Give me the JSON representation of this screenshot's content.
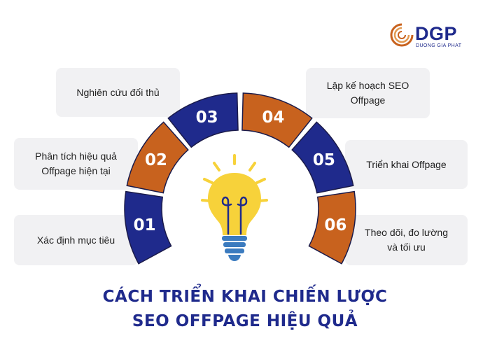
{
  "logo": {
    "brand": "DGP",
    "tagline": "DUONG GIA PHAT",
    "colors": {
      "navy": "#1f2a8c",
      "orange": "#c8621e"
    }
  },
  "steps": [
    {
      "number": "01",
      "label": "Xác định mục tiêu"
    },
    {
      "number": "02",
      "label": "Phân tích hiệu quả\nOffpage hiện tại"
    },
    {
      "number": "03",
      "label": "Nghiên cứu đối thủ"
    },
    {
      "number": "04",
      "label": "Lập kế hoạch SEO\nOffpage"
    },
    {
      "number": "05",
      "label": "Triển khai Offpage"
    },
    {
      "number": "06",
      "label": "Theo dõi, đo lường\nvà tối ưu"
    }
  ],
  "title": {
    "line1": "CÁCH TRIỂN KHAI CHIẾN LƯỢC",
    "line2": "SEO OFFPAGE HIỆU QUẢ"
  },
  "colors": {
    "navy": "#1f2a8c",
    "orange": "#c8621e",
    "card_bg": "#f1f1f3",
    "bulb": "#f7d23a",
    "bulb_base": "#3b7bbf"
  },
  "icon": "lightbulb-icon"
}
